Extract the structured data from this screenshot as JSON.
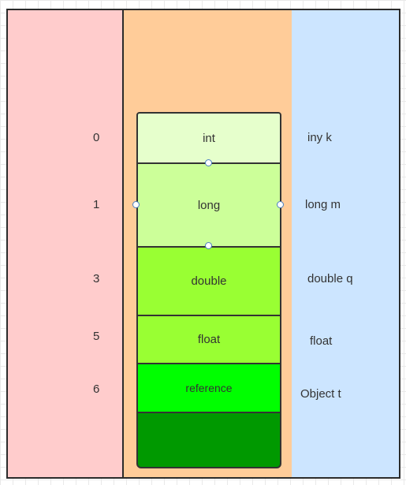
{
  "colors": {
    "left_panel": "#ffcccc",
    "middle_panel": "#ffcc99",
    "right_panel": "#cce5ff",
    "stroke": "#2b2b2b",
    "selection_handle": "#4a7fc1"
  },
  "slots": [
    {
      "index": "0",
      "type": "int",
      "name": "iny k",
      "color": "#e6ffcc"
    },
    {
      "index": "1",
      "type": "long",
      "name": "long m",
      "color": "#ccff99"
    },
    {
      "index": "3",
      "type": "double",
      "name": "double q",
      "color": "#99ff33"
    },
    {
      "index": "5",
      "type": "float",
      "name": "float",
      "color": "#99ff33"
    },
    {
      "index": "6",
      "type": "reference",
      "name": "Object t",
      "color": "#00ff00"
    },
    {
      "index": "",
      "type": "",
      "name": "",
      "color": "#009900"
    }
  ]
}
